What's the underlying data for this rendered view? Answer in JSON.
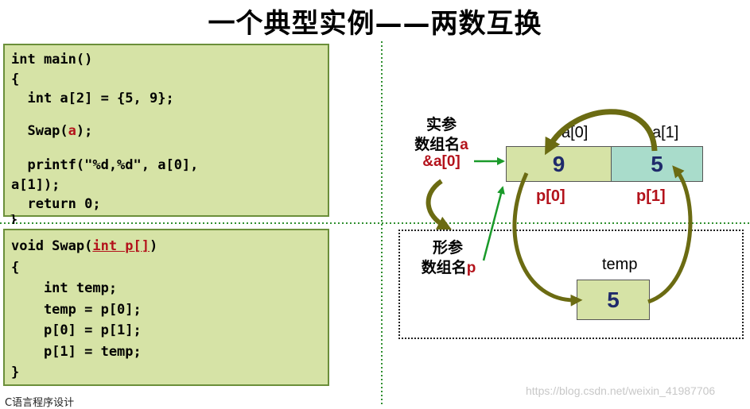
{
  "title": "一个典型实例——两数互换",
  "main_code": {
    "line1": "int main()",
    "line2": "{",
    "line3": "  int a[2] = {5, 9};",
    "line4_pre": "  Swap(",
    "line4_arg": "a",
    "line4_post": ");",
    "line5": "  printf(\"%d,%d\", a[0],",
    "line6": "a[1]);",
    "line7": "  return 0;",
    "line8": "}"
  },
  "swap_code": {
    "line1_pre": "void Swap(",
    "line1_param": "int p[]",
    "line1_post": ")",
    "line2": "{",
    "line3": "    int temp;",
    "line4": "    temp = p[0];",
    "line5": "    p[0] = p[1];",
    "line6": "    p[1] = temp;",
    "line7": "}"
  },
  "diagram": {
    "actual_param_line1": "实参",
    "actual_param_line2_text": "数组名",
    "actual_param_line2_var": "a",
    "actual_param_line3": "&a[0]",
    "formal_param_line1": "形参",
    "formal_param_line2_text": "数组名",
    "formal_param_line2_var": "p",
    "a0_label": "a[0]",
    "a1_label": "a[1]",
    "cell0_value": "9",
    "cell1_value": "5",
    "p0_label": "p[0]",
    "p1_label": "p[1]",
    "temp_label": "temp",
    "temp_value": "5"
  },
  "footer": "C语言程序设计",
  "watermark": "https://blog.csdn.net/weixin_41987706",
  "colors": {
    "code_bg": "#d6e3a6",
    "cell0_bg": "#d6e3a6",
    "cell1_bg": "#a9dccb",
    "arrow_olive": "#6b6b12",
    "arrow_green": "#1a9a2a",
    "highlight_red": "#b3121b"
  }
}
